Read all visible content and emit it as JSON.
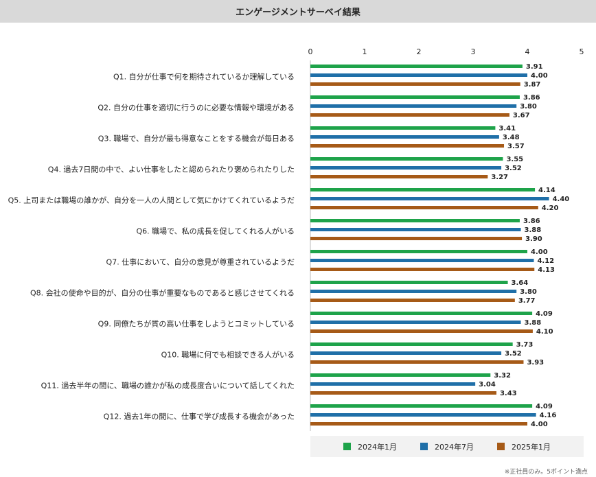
{
  "title": "エンゲージメントサーベイ結果",
  "footnote": "※正社員のみ。5ポイント満点",
  "chart_data": {
    "type": "bar",
    "orientation": "horizontal",
    "xlim": [
      0,
      5
    ],
    "xticks": [
      0,
      1,
      2,
      3,
      4,
      5
    ],
    "grid": false,
    "legend_position": "bottom",
    "categories": [
      "Q1. 自分が仕事で何を期待されているか理解している",
      "Q2. 自分の仕事を適切に行うのに必要な情報や環境がある",
      "Q3. 職場で、自分が最も得意なことをする機会が毎日ある",
      "Q4. 過去7日間の中で、よい仕事をしたと認められたり褒められたりした",
      "Q5. 上司または職場の誰かが、自分を一人の人間として気にかけてくれているようだ",
      "Q6. 職場で、私の成長を促してくれる人がいる",
      "Q7. 仕事において、自分の意見が尊重されているようだ",
      "Q8. 会社の使命や目的が、自分の仕事が重要なものであると感じさせてくれる",
      "Q9. 同僚たちが質の高い仕事をしようとコミットしている",
      "Q10. 職場に何でも相談できる人がいる",
      "Q11. 過去半年の間に、職場の誰かが私の成長度合いについて話してくれた",
      "Q12. 過去1年の間に、仕事で学び成長する機会があった"
    ],
    "series": [
      {
        "name": "2024年1月",
        "color": "#1ea34a",
        "values": [
          3.91,
          3.86,
          3.41,
          3.55,
          4.14,
          3.86,
          4.0,
          3.64,
          4.09,
          3.73,
          3.32,
          4.09
        ]
      },
      {
        "name": "2024年7月",
        "color": "#1f6fa8",
        "values": [
          4.0,
          3.8,
          3.48,
          3.52,
          4.4,
          3.88,
          4.12,
          3.8,
          3.88,
          3.52,
          3.04,
          4.16
        ]
      },
      {
        "name": "2025年1月",
        "color": "#a65a17",
        "values": [
          3.87,
          3.67,
          3.57,
          3.27,
          4.2,
          3.9,
          4.13,
          3.77,
          4.1,
          3.93,
          3.43,
          4.0
        ]
      }
    ]
  }
}
